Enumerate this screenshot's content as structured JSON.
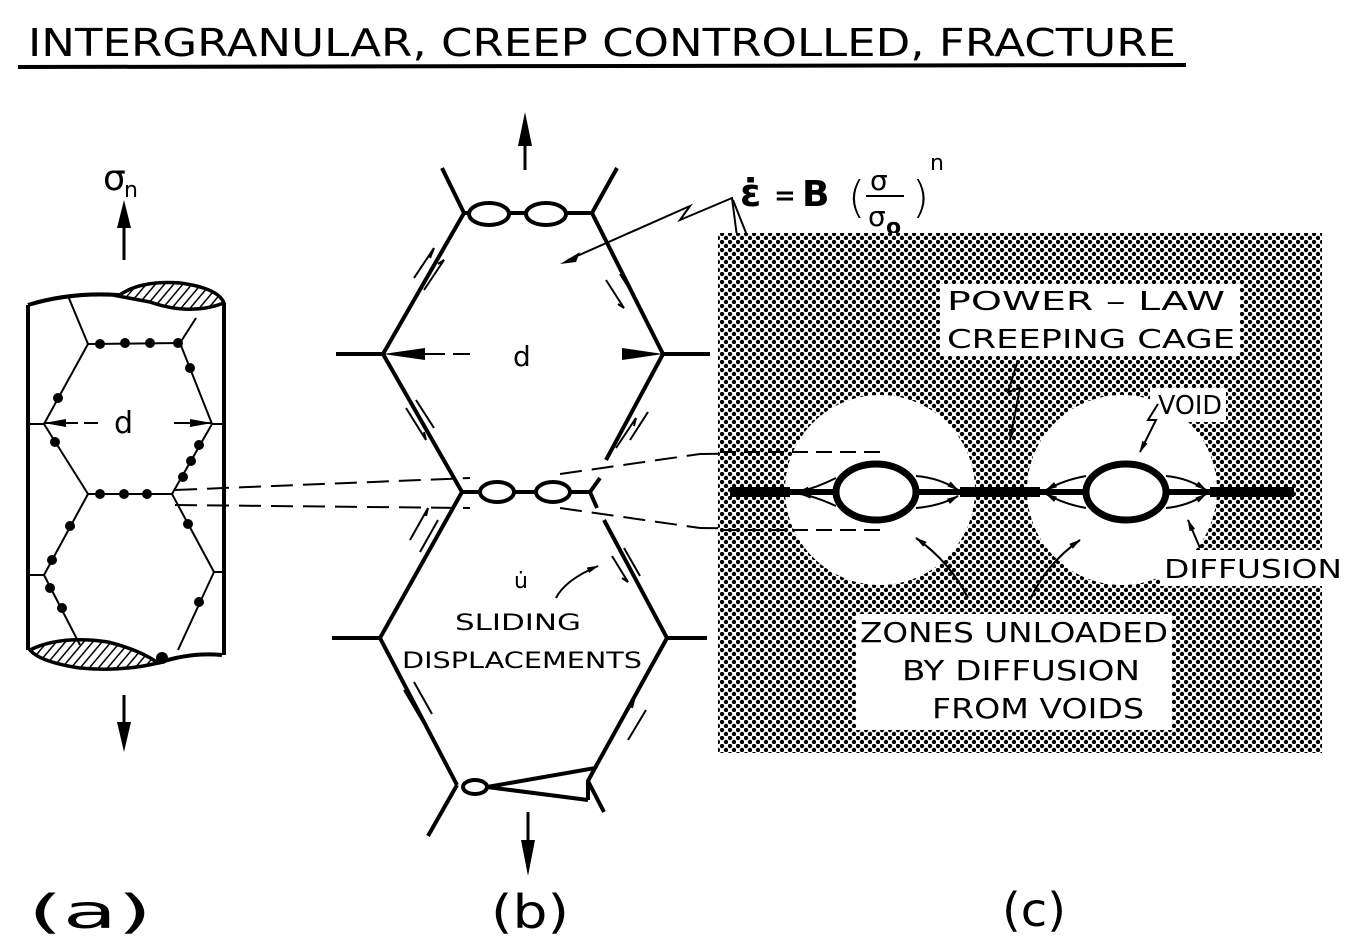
{
  "title": "INTERGRANULAR, CREEP CONTROLLED, FRACTURE",
  "panels": {
    "a": {
      "caption": "(a)",
      "stress_label": "σ",
      "stress_subscript": "n",
      "grain_size_label": "d"
    },
    "b": {
      "caption": "(b)",
      "grain_size_label": "d",
      "rate_label": "u̇",
      "sliding_line1": "SLIDING",
      "sliding_line2": "DISPLACEMENTS"
    },
    "c": {
      "caption": "(c)",
      "cage_line1": "POWER – LAW",
      "cage_line2": "CREEPING CAGE",
      "void_label": "VOID",
      "diffusion_label": "DIFFUSION",
      "zones_line1": "ZONES UNLOADED",
      "zones_line2": "BY DIFFUSION",
      "zones_line3": "FROM VOIDS"
    }
  },
  "equation": {
    "lhs": "ε̇",
    "equals": "=",
    "coefficient": "B",
    "numerator": "σ",
    "denominator": "σ",
    "denominator_subscript": "o",
    "exponent": "n"
  }
}
